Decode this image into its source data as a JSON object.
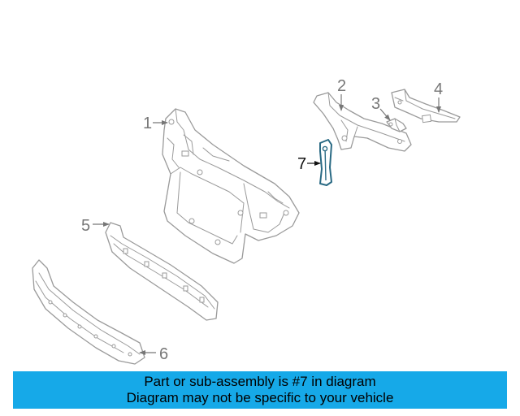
{
  "diagram": {
    "callouts": [
      {
        "label": "1",
        "active": false
      },
      {
        "label": "2",
        "active": false
      },
      {
        "label": "3",
        "active": false
      },
      {
        "label": "4",
        "active": false
      },
      {
        "label": "5",
        "active": false
      },
      {
        "label": "6",
        "active": false
      },
      {
        "label": "7",
        "active": true
      }
    ],
    "highlight_color": "#2a6a84"
  },
  "banner": {
    "line1": "Part or sub-assembly is #7 in diagram",
    "line2": "Diagram may not be specific to your vehicle",
    "background": "#16a9e8"
  }
}
